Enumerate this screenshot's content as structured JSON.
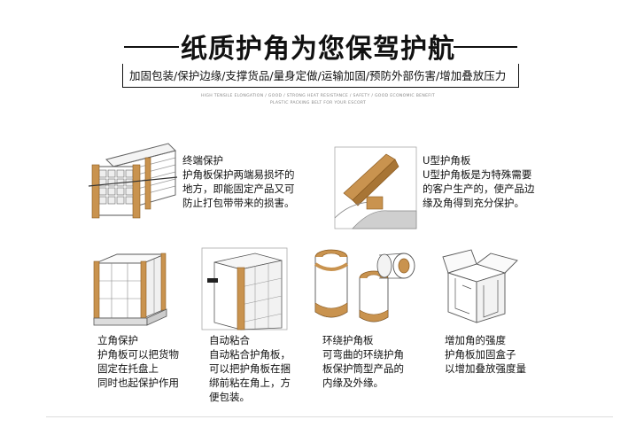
{
  "title": "纸质护角为您保驾护航",
  "tagline": "加固包装/保护边缘/支撑货品/量身定做/运输加固/预防外部伤害/增加叠放压力",
  "tagline_en": {
    "line1": "HIGH TENSILE ELONGATION / GOOD / STRONG HEAT RESISTANCE / SAFETY / GOOD ECONOMIC BENEFIT",
    "line2": "PLASTIC PACKING BELT FOR YOUR ESCORT"
  },
  "features": [
    {
      "title": "终端保护",
      "lines": [
        "护角板保护两端易损坏的",
        "地方，即能固定产品又可",
        "防止打包带带来的损害。"
      ]
    },
    {
      "title": "U型护角板",
      "lines": [
        "U型护角板是为特殊需要",
        "的客户生产的，使产品边",
        "缘及角得到充分保护。"
      ]
    },
    {
      "title": "立角保护",
      "lines": [
        "护角板可以把货物",
        "固定在托盘上",
        "同时也起保护作用"
      ]
    },
    {
      "title": "自动粘合",
      "lines": [
        "自动粘合护角板，",
        "可以把护角板在捆",
        "绑前粘在角上，方",
        "便包装。"
      ]
    },
    {
      "title": "环绕护角板",
      "lines": [
        "可弯曲的环绕护角",
        "板保护筒型产品的",
        "内缘及外缘。"
      ]
    },
    {
      "title": "增加角的强度",
      "lines": [
        "护角板加固盒子",
        "以增加叠放强度量"
      ]
    }
  ],
  "colors": {
    "kraft": "#c9934f",
    "kraft_dark": "#a87535",
    "line": "#333333"
  }
}
